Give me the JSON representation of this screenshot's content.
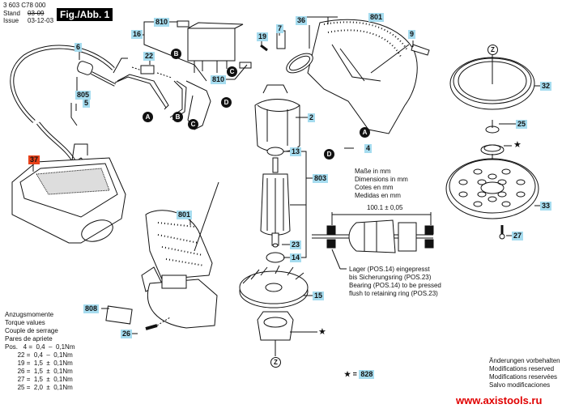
{
  "header": {
    "part_number": "3 603 C78 000",
    "stand_label": "Stand",
    "stand_value": "03-09",
    "issue_label": "Issue",
    "issue_value": "03-12-03",
    "figure_label": "Fig./Abb. 1"
  },
  "part_labels": {
    "p810a": "810",
    "p16": "16",
    "p22": "22",
    "p810b": "810",
    "p6": "6",
    "p805": "805",
    "p5": "5",
    "p19": "19",
    "p7": "7",
    "p36": "36",
    "p801a": "801",
    "p9": "9",
    "p2": "2",
    "p4": "4",
    "p13": "13",
    "p803": "803",
    "p23": "23",
    "p14": "14",
    "p15": "15",
    "p37": "37",
    "p801b": "801",
    "p808": "808",
    "p26": "26",
    "p32": "32",
    "p25": "25",
    "p33": "33",
    "p27": "27",
    "p828": "828"
  },
  "connector_markers": {
    "A": "A",
    "B": "B",
    "C": "C",
    "D": "D",
    "Z": "Z"
  },
  "star_symbol": "★",
  "star_equals": "=",
  "dimensions_note": {
    "lines": [
      "Maße in mm",
      "Dimensions in mm",
      "Cotes en mm",
      "Medidas en mm"
    ],
    "measurement": "100.1 ± 0,05"
  },
  "bearing_note": {
    "lines": [
      "Lager (POS.14) eingepresst",
      "bis Sicherungsring (POS.23)",
      "Bearing (POS.14) to be pressed",
      "flush to retaining ring (POS.23)"
    ]
  },
  "torque": {
    "titles": [
      "Anzugsmomente",
      "Torque values",
      "Couple de serrage",
      "Pares de apriete"
    ],
    "pos_label": "Pos.",
    "rows": [
      {
        "pos": "4",
        "value": "0,4",
        "tol": "–",
        "tolv": "0,1Nm"
      },
      {
        "pos": "22",
        "value": "0,4",
        "tol": "–",
        "tolv": "0,1Nm"
      },
      {
        "pos": "19",
        "value": "1,5",
        "tol": "±",
        "tolv": "0,1Nm"
      },
      {
        "pos": "26",
        "value": "1,5",
        "tol": "±",
        "tolv": "0,1Nm"
      },
      {
        "pos": "27",
        "value": "1,5",
        "tol": "±",
        "tolv": "0,1Nm"
      },
      {
        "pos": "25",
        "value": "2,0",
        "tol": "±",
        "tolv": "0,1Nm"
      }
    ]
  },
  "modifications": {
    "lines": [
      "Änderungen vorbehalten",
      "Modifications reserved",
      "Modifications reservées",
      "Salvo modificaciones"
    ]
  },
  "watermark": "www.axistools.ru",
  "colors": {
    "label_bg": "#a6dcef",
    "highlight_label_bg": "#e8421a",
    "watermark": "#e00000"
  }
}
